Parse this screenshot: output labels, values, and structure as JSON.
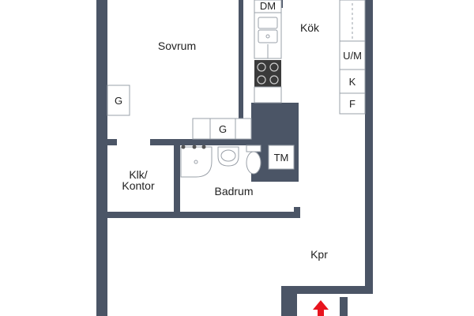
{
  "rooms": {
    "sovrum": "Sovrum",
    "kok": "Kök",
    "klk_line1": "Klk/",
    "klk_line2": "Kontor",
    "badrum": "Badrum",
    "kpr": "Kpr"
  },
  "fixtures": {
    "dm": "DM",
    "um": "U/M",
    "k": "K",
    "f": "F",
    "g_bedroom": "G",
    "g_hall": "G",
    "tm": "TM"
  },
  "colors": {
    "wall": "#4b5566",
    "entrance_arrow": "#e8141e",
    "stove": "#3a3a3a"
  }
}
